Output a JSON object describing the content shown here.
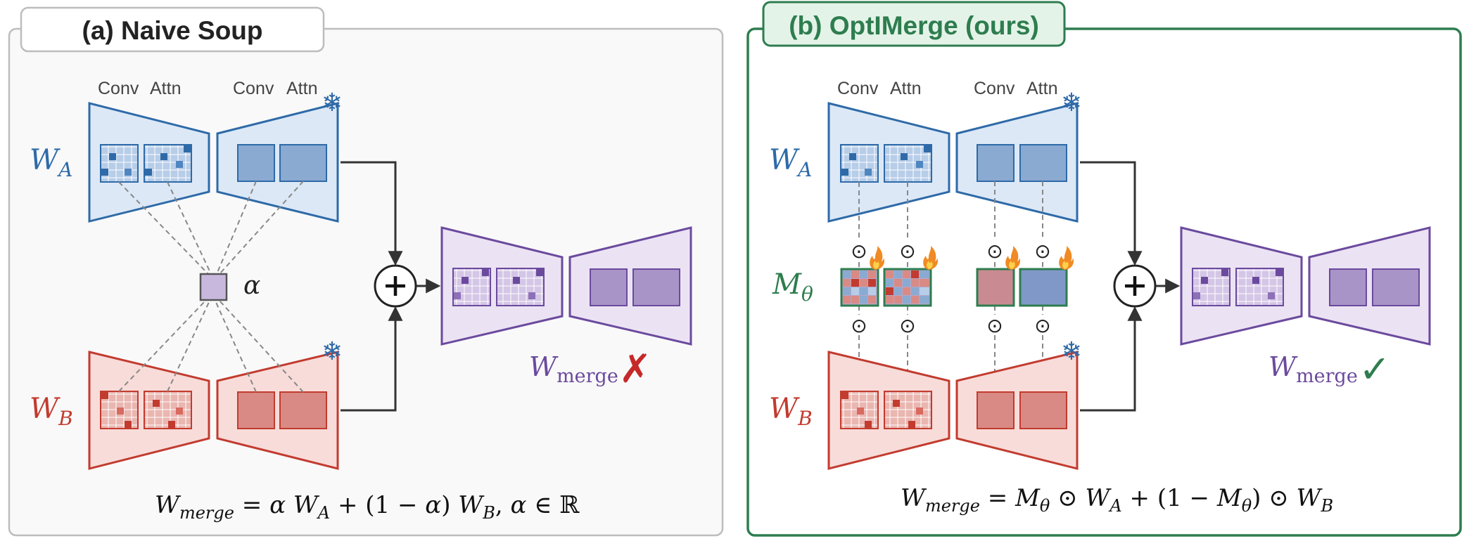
{
  "panel_a": {
    "title": "(a) Naive Soup",
    "conv_label": "Conv",
    "attn_label": "Attn",
    "wa_symbol": "W",
    "wa_sub": "A",
    "wb_symbol": "W",
    "wb_sub": "B",
    "alpha": "α",
    "wmerge_symbol": "W",
    "wmerge_sub": "merge",
    "result_mark": "✗",
    "formula": {
      "lhs": "W",
      "lhs_sub": "merge",
      "eq": " = ",
      "t1": "α ",
      "t1_w": "W",
      "t1_sub": "A",
      "t2": " + (1 − ",
      "t2_a": "α",
      "t2_end": ") ",
      "t2_w": "W",
      "t2_sub": "B",
      "tail": ",     ",
      "tail_a": "α",
      "tail_in": " ∈ ℝ"
    }
  },
  "panel_b": {
    "title": "(b) OptIMerge (ours)",
    "conv_label": "Conv",
    "attn_label": "Attn",
    "wa_symbol": "W",
    "wa_sub": "A",
    "m_symbol": "M",
    "m_sub": "θ",
    "wb_symbol": "W",
    "wb_sub": "B",
    "wmerge_symbol": "W",
    "wmerge_sub": "merge",
    "result_mark": "✓",
    "odot": "⊙",
    "formula": {
      "lhs": "W",
      "lhs_sub": "merge",
      "eq": " = ",
      "m": "M",
      "m_sub": "θ",
      "op1": " ⊙ ",
      "wa": "W",
      "wa_sub": "A",
      "plus": " + (1 − ",
      "m2": "M",
      "m2_sub": "θ",
      "close": ") ⊙ ",
      "wb": "W",
      "wb_sub": "B"
    }
  },
  "colors": {
    "blue": "#2e6aa8",
    "blue_fill": "#dce8f6",
    "red": "#c23b2f",
    "red_fill": "#f8dcd9",
    "purple": "#6b4a9e",
    "purple_fill": "#ebe3f3",
    "green": "#2e7d4f",
    "green_fill": "#e4f3e8",
    "panel_a_bg": "#f9f9f9"
  },
  "icons": [
    "snowflake-icon",
    "fire-icon",
    "plus-circle-icon",
    "cross-mark-icon",
    "check-mark-icon"
  ]
}
